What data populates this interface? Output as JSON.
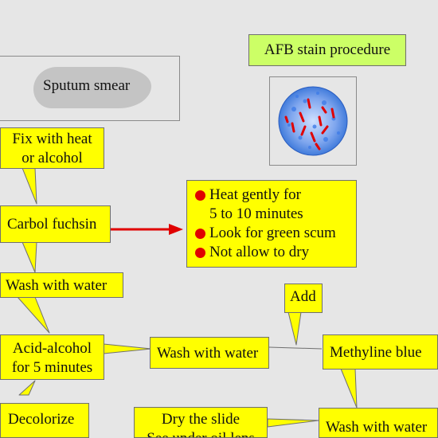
{
  "title": "AFB stain procedure",
  "smear_label": "Sputum smear",
  "steps": {
    "fix": [
      "Fix with heat",
      "or alcohol"
    ],
    "carbol": "Carbol fuchsin",
    "wash1": "Wash with water",
    "acid": [
      "Acid-alcohol",
      "for 5 minutes"
    ],
    "decolorize": "Decolorize",
    "wash2": "Wash with water",
    "add": "Add",
    "methylene": "Methyline blue",
    "wash3": "Wash with water",
    "dry": [
      "Dry the slide",
      "See under oil lens"
    ]
  },
  "notes": {
    "heat": [
      "Heat gently for",
      "5 to 10 minutes"
    ],
    "scum": "Look for green scum",
    "dry": "Not allow to dry"
  },
  "colors": {
    "box_fill": "#ffff00",
    "title_fill": "#ccff66",
    "arrow": "#e00000",
    "bacilli": "#e00000",
    "stain_background": "#2f6fd6"
  },
  "icons": [
    "microscope-field-image",
    "red-arrow"
  ]
}
